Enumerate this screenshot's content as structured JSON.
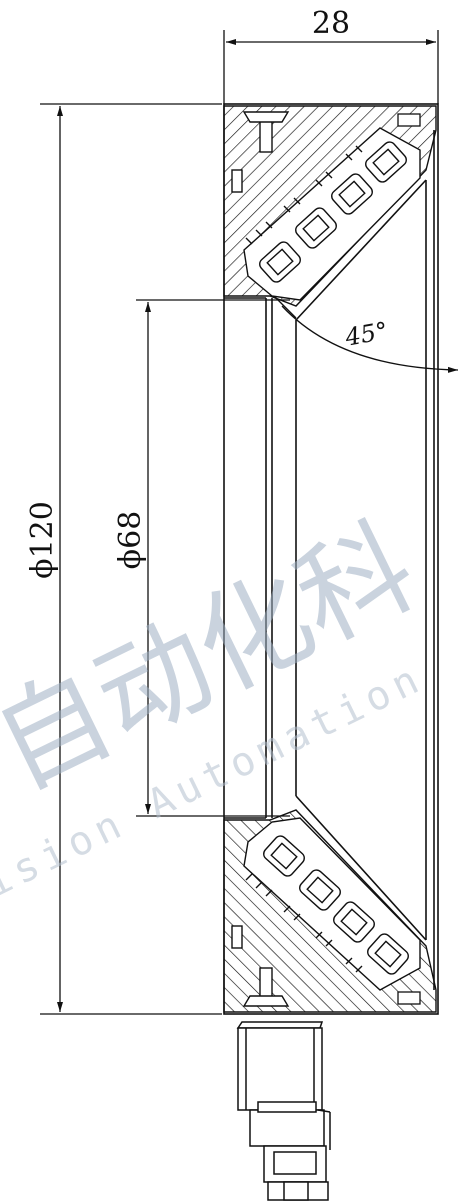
{
  "drawing": {
    "width_dim": "28",
    "outer_dia_dim": "ϕ120",
    "inner_dia_dim": "ϕ68",
    "angle_dim": "45°"
  },
  "watermark": {
    "cn_text": "自动化科",
    "en_text": "ision Automation"
  },
  "colors": {
    "line": "#111111",
    "watermark": "#9fb0c4"
  }
}
